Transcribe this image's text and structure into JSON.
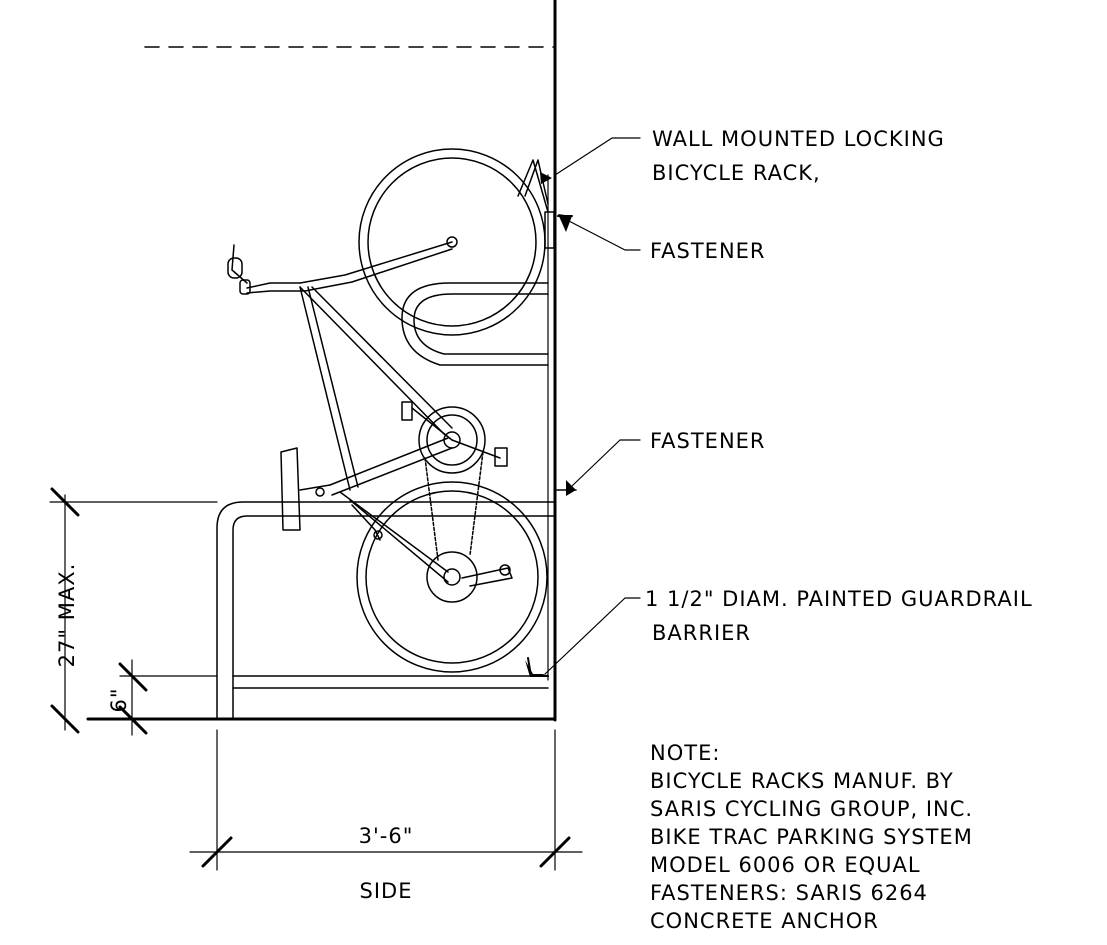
{
  "callouts": {
    "rack_line1": "WALL MOUNTED LOCKING",
    "rack_line2": "BICYCLE RACK,",
    "fastener_upper": "FASTENER",
    "fastener_lower": "FASTENER",
    "guardrail_line1": "1 1/2\" DIAM. PAINTED GUARDRAIL",
    "guardrail_line2": "BARRIER"
  },
  "dimensions": {
    "height_max": "27\" MAX.",
    "clearance": "6\"",
    "width": "3'-6\""
  },
  "view_label": "SIDE",
  "note": {
    "heading": "NOTE:",
    "lines": [
      "BICYCLE RACKS MANUF. BY",
      "SARIS CYCLING GROUP, INC.",
      "BIKE TRAC PARKING SYSTEM",
      "MODEL 6006 OR EQUAL",
      "FASTENERS: SARIS 6264",
      "CONCRETE ANCHOR"
    ]
  }
}
